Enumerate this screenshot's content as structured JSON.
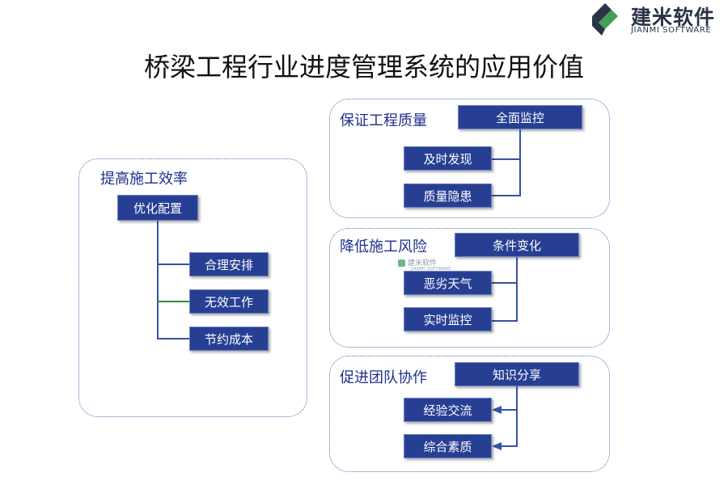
{
  "logo": {
    "name_cn": "建米软件",
    "name_en": "JIANMI SOFTWARE",
    "colors": {
      "green": "#43a05a",
      "dark": "#2a3347"
    }
  },
  "title": "桥梁工程行业进度管理系统的应用价值",
  "panels": [
    {
      "title": "提高施工效率",
      "main": "优化配置",
      "items": [
        "合理安排",
        "无效工作",
        "节约成本"
      ]
    },
    {
      "title": "保证工程质量",
      "main": "全面监控",
      "items": [
        "及时发现",
        "质量隐患"
      ]
    },
    {
      "title": "降低施工风险",
      "main": "条件变化",
      "items": [
        "恶劣天气",
        "实时监控"
      ]
    },
    {
      "title": "促进团队协作",
      "main": "知识分享",
      "items": [
        "经验交流",
        "综合素质"
      ]
    }
  ],
  "watermark": {
    "cn": "建米软件",
    "en": "JIANMI SOFTWARE"
  },
  "colors": {
    "box": "#273f93",
    "panel_border": "#4a78b8",
    "panel_title": "#1d2f8c",
    "connector": "#3451a8",
    "connector_green": "#2e8b3a"
  }
}
